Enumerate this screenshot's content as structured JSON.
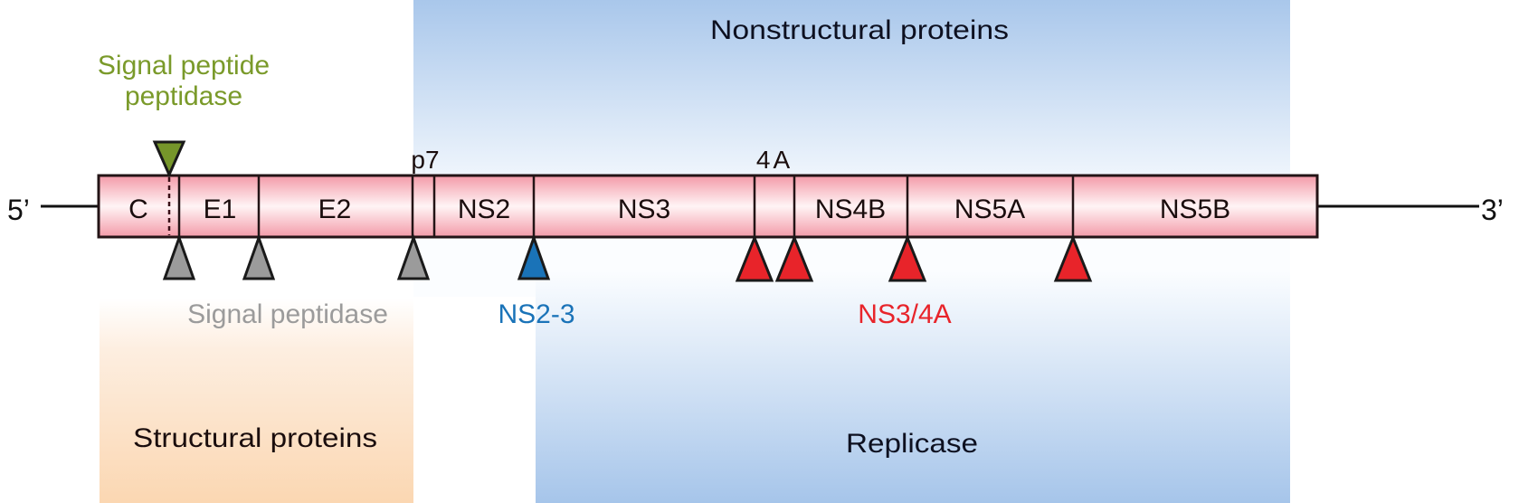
{
  "diagram": {
    "title": "HCV polyprotein processing",
    "five_prime": "5’",
    "three_prime": "3’",
    "regions": {
      "nonstructural": "Nonstructural proteins",
      "replicase": "Replicase",
      "structural": "Structural proteins"
    },
    "segments": [
      {
        "id": "C",
        "label": "C"
      },
      {
        "id": "E1",
        "label": "E1"
      },
      {
        "id": "E2",
        "label": "E2"
      },
      {
        "id": "p7",
        "label": "p7"
      },
      {
        "id": "NS2",
        "label": "NS2"
      },
      {
        "id": "NS3",
        "label": "NS3"
      },
      {
        "id": "NS4A",
        "label": "4A"
      },
      {
        "id": "NS4B",
        "label": "NS4B"
      },
      {
        "id": "NS5A",
        "label": "NS5A"
      },
      {
        "id": "NS5B",
        "label": "NS5B"
      }
    ],
    "proteases": {
      "signal_peptide_peptidase": {
        "label_line1": "Signal peptide",
        "label_line2": "peptidase",
        "color": "#7a9a2a",
        "sites": [
          "C (internal)"
        ]
      },
      "signal_peptidase": {
        "label": "Signal peptidase",
        "color": "#9b9b9b",
        "sites": [
          "C|E1",
          "E1|E2",
          "E2|p7"
        ]
      },
      "ns2_3": {
        "label": "NS2-3",
        "color": "#1a73b8",
        "sites": [
          "NS2|NS3"
        ]
      },
      "ns3_4a": {
        "label": "NS3/4A",
        "color": "#e8242a",
        "sites": [
          "NS3|NS4A",
          "NS4A|NS4B",
          "NS4B|NS5A",
          "NS5A|NS5B"
        ]
      }
    },
    "colors": {
      "segment_fill": "#f4a7b2",
      "nonstructural_bg": "#a9c7eb",
      "structural_bg": "#fcd9b6",
      "outline": "#231416"
    }
  }
}
